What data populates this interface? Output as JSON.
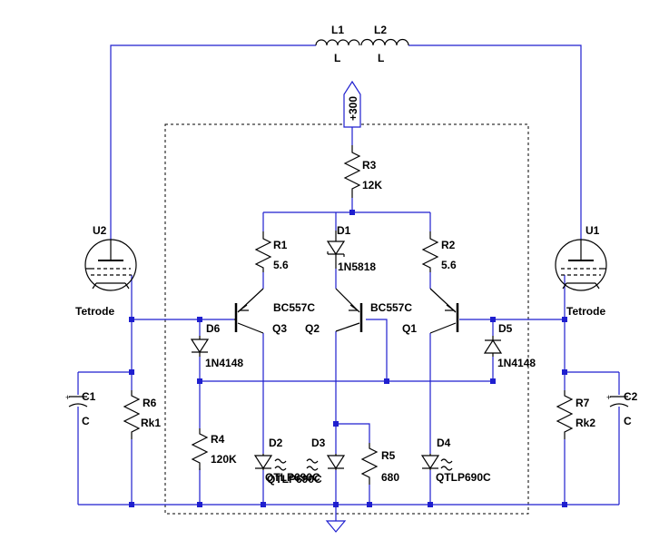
{
  "colors": {
    "wire": "#1f1fcf",
    "component": "#000000",
    "background": "#ffffff"
  },
  "labels": {
    "L1": "L1",
    "L1_val": "L",
    "L2": "L2",
    "L2_val": "L",
    "supply": "+300",
    "R3": "R3",
    "R3_val": "12K",
    "D1": "D1",
    "D1_val": "1N5818",
    "R1": "R1",
    "R1_val": "5.6",
    "R2": "R2",
    "R2_val": "5.6",
    "U2": "U2",
    "U2_val": "Tetrode",
    "U1": "U1",
    "U1_val": "Tetrode",
    "Q3_type": "BC557C",
    "Q3": "Q3",
    "Q2": "Q2",
    "Q1_type": "BC557C",
    "Q1": "Q1",
    "D6": "D6",
    "D6_val": "1N4148",
    "D5": "D5",
    "D5_val": "1N4148",
    "C1": "C1",
    "C1_val": "C",
    "C2": "C2",
    "C2_val": "C",
    "R6": "R6",
    "R6_val": "Rk1",
    "R7": "R7",
    "R7_val": "Rk2",
    "R4": "R4",
    "R4_val": "120K",
    "D2": "D2",
    "D2_val": "QTLP690C",
    "D3": "D3",
    "D3_val": "QTLP690C",
    "R5": "R5",
    "R5_val": "680",
    "D4": "D4",
    "D4_val": "QTLP690C"
  }
}
